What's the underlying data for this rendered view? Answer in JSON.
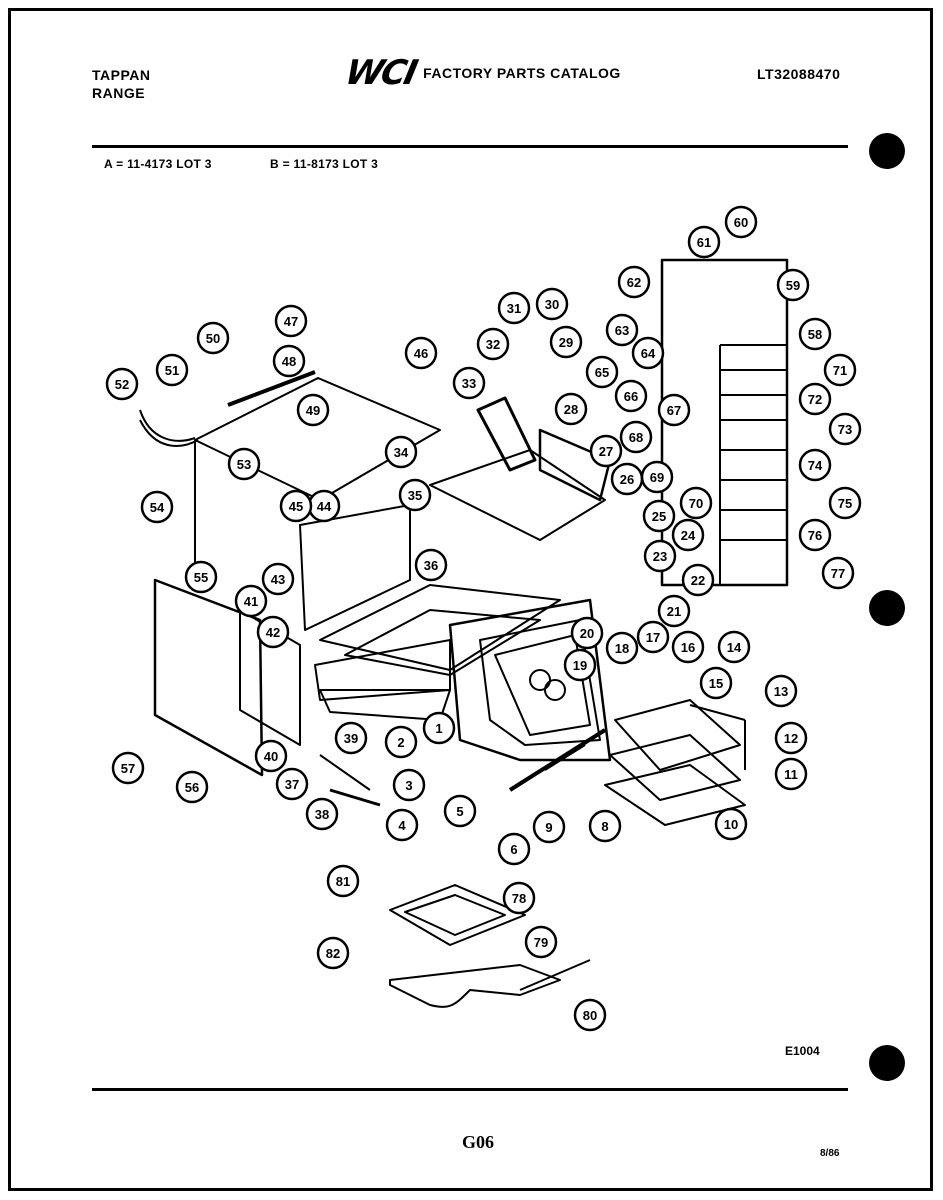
{
  "header": {
    "brand_line1": "TAPPAN",
    "brand_line2": "RANGE",
    "logo_text": "WCI",
    "catalog_title": "FACTORY PARTS CATALOG",
    "catalog_number": "LT32088470"
  },
  "lots": {
    "a": "A = 11-4173 LOT 3",
    "b": "B = 11-8173 LOT 3"
  },
  "footer": {
    "figure_code": "E1004",
    "page_number": "G06",
    "date": "8/86"
  },
  "part_callouts": [
    "1",
    "2",
    "3",
    "4",
    "5",
    "6",
    "8",
    "9",
    "10",
    "11",
    "12",
    "13",
    "14",
    "15",
    "16",
    "17",
    "18",
    "19",
    "20",
    "21",
    "22",
    "23",
    "24",
    "25",
    "26",
    "27",
    "28",
    "29",
    "30",
    "31",
    "32",
    "33",
    "34",
    "35",
    "36",
    "37",
    "38",
    "39",
    "40",
    "41",
    "42",
    "43",
    "44",
    "45",
    "46",
    "47",
    "48",
    "49",
    "50",
    "51",
    "52",
    "53",
    "54",
    "55",
    "56",
    "57",
    "58",
    "59",
    "60",
    "61",
    "62",
    "63",
    "64",
    "65",
    "66",
    "67",
    "68",
    "69",
    "70",
    "71",
    "72",
    "73",
    "74",
    "75",
    "76",
    "77",
    "78",
    "79",
    "80",
    "81",
    "82"
  ]
}
